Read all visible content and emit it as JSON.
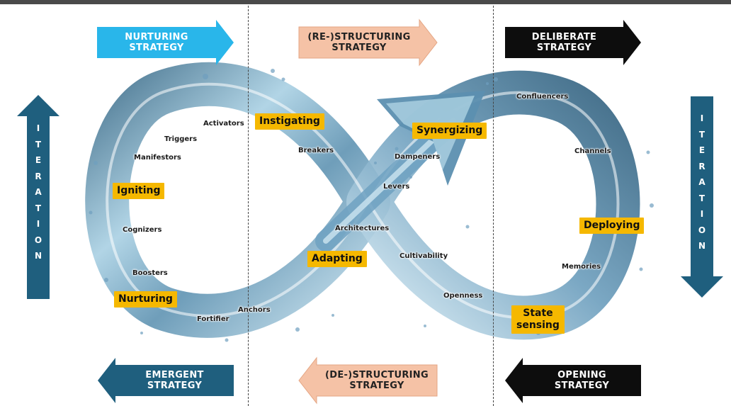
{
  "strategies": {
    "nurturing": [
      "NURTURING",
      "STRATEGY"
    ],
    "restructuring": [
      "(RE-)STRUCTURING",
      "STRATEGY"
    ],
    "deliberate": [
      "DELIBERATE",
      "STRATEGY"
    ],
    "emergent": [
      "EMERGENT",
      "STRATEGY"
    ],
    "destructuring": [
      "(DE-)STRUCTURING",
      "STRATEGY"
    ],
    "opening": [
      "OPENING",
      "STRATEGY"
    ]
  },
  "iteration": {
    "left": [
      "I",
      "T",
      "E",
      "R",
      "A",
      "T",
      "I",
      "O",
      "N"
    ],
    "right": [
      "I",
      "T",
      "E",
      "R",
      "A",
      "T",
      "I",
      "O",
      "N"
    ]
  },
  "phases": {
    "instigating": "Instigating",
    "synergizing": "Synergizing",
    "igniting": "Igniting",
    "deploying": "Deploying",
    "adapting": "Adapting",
    "nurturing": "Nurturing",
    "state_sensing": [
      "State",
      "sensing"
    ]
  },
  "elements": {
    "activators": "Activators",
    "triggers": "Triggers",
    "manifestors": "Manifestors",
    "cognizers": "Cognizers",
    "boosters": "Boosters",
    "fortifier": "Fortifier",
    "anchors": "Anchors",
    "breakers": "Breakers",
    "dampeners": "Dampeners",
    "levers": "Levers",
    "architectures": "Architectures",
    "cultivability": "Cultivability",
    "openness": "Openness",
    "confluencers": "Confluencers",
    "channels": "Channels",
    "memories": "Memories"
  },
  "colors": {
    "nurturing_arrow": "#29b6ea",
    "structuring_arrow": "#f5c2a6",
    "black_arrow": "#0d0d0d",
    "iteration_arrow": "#1f5f7e",
    "emergent_arrow": "#1f5f7e",
    "phase_tag": "#f5b800",
    "water": "#7fb3cf"
  }
}
